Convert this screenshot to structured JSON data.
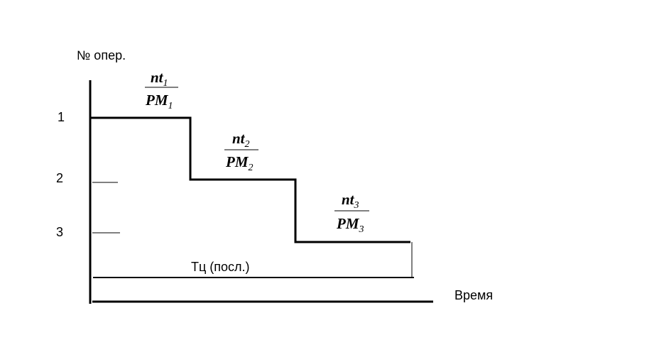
{
  "y_axis_label": "№ опер.",
  "x_axis_label": "Время",
  "cycle_label": "Тц (посл.)",
  "operations": [
    "1",
    "2",
    "3"
  ],
  "fractions": [
    {
      "num": "nt",
      "num_sub": "1",
      "den": "PM",
      "den_sub": "1"
    },
    {
      "num": "nt",
      "num_sub": "2",
      "den": "PM",
      "den_sub": "2"
    },
    {
      "num": "nt",
      "num_sub": "3",
      "den": "PM",
      "den_sub": "3"
    }
  ]
}
